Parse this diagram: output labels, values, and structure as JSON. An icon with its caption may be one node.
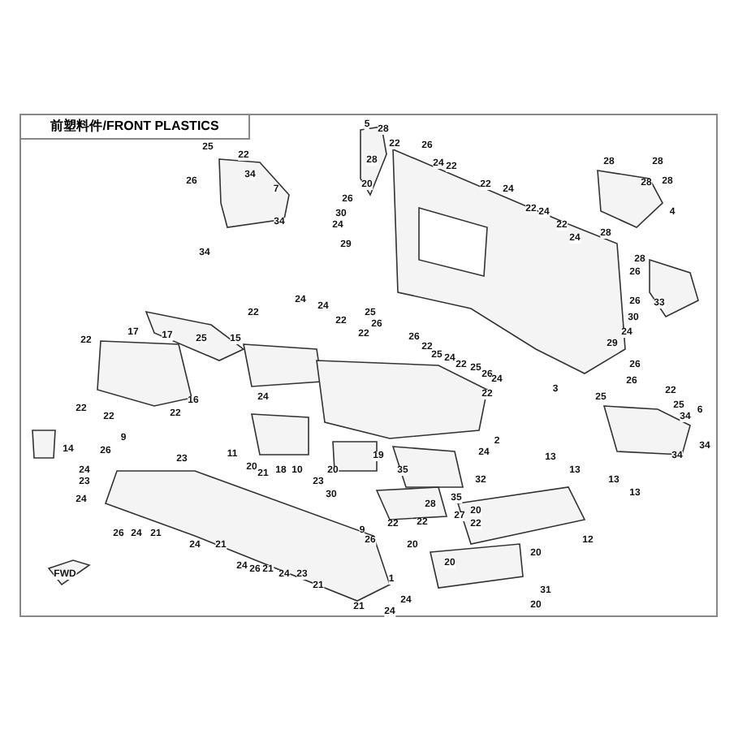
{
  "diagram": {
    "title": "前塑料件/FRONT PLASTICS",
    "labels": [
      "5",
      "28",
      "22",
      "26",
      "25",
      "22",
      "28",
      "24",
      "22",
      "28",
      "28",
      "34",
      "26",
      "28",
      "28",
      "20",
      "22",
      "24",
      "7",
      "26",
      "22",
      "24",
      "4",
      "30",
      "34",
      "24",
      "22",
      "28",
      "24",
      "29",
      "34",
      "28",
      "26",
      "24",
      "26",
      "33",
      "24",
      "25",
      "22",
      "30",
      "22",
      "26",
      "22",
      "17",
      "24",
      "17",
      "26",
      "25",
      "15",
      "29",
      "22",
      "22",
      "25",
      "24",
      "22",
      "26",
      "25",
      "26",
      "24",
      "26",
      "3",
      "22",
      "22",
      "25",
      "24",
      "16",
      "25",
      "22",
      "34",
      "6",
      "22",
      "22",
      "9",
      "2",
      "34",
      "14",
      "26",
      "24",
      "11",
      "19",
      "34",
      "13",
      "23",
      "20",
      "21",
      "18",
      "10",
      "20",
      "24",
      "35",
      "13",
      "32",
      "13",
      "23",
      "23",
      "13",
      "30",
      "24",
      "35",
      "28",
      "20",
      "27",
      "22",
      "22",
      "22",
      "9",
      "26",
      "24",
      "21",
      "26",
      "12",
      "20",
      "24",
      "21",
      "20",
      "20",
      "24",
      "26",
      "21",
      "24",
      "23",
      "1",
      "21",
      "31",
      "24",
      "20",
      "21",
      "24",
      "FWD"
    ]
  }
}
